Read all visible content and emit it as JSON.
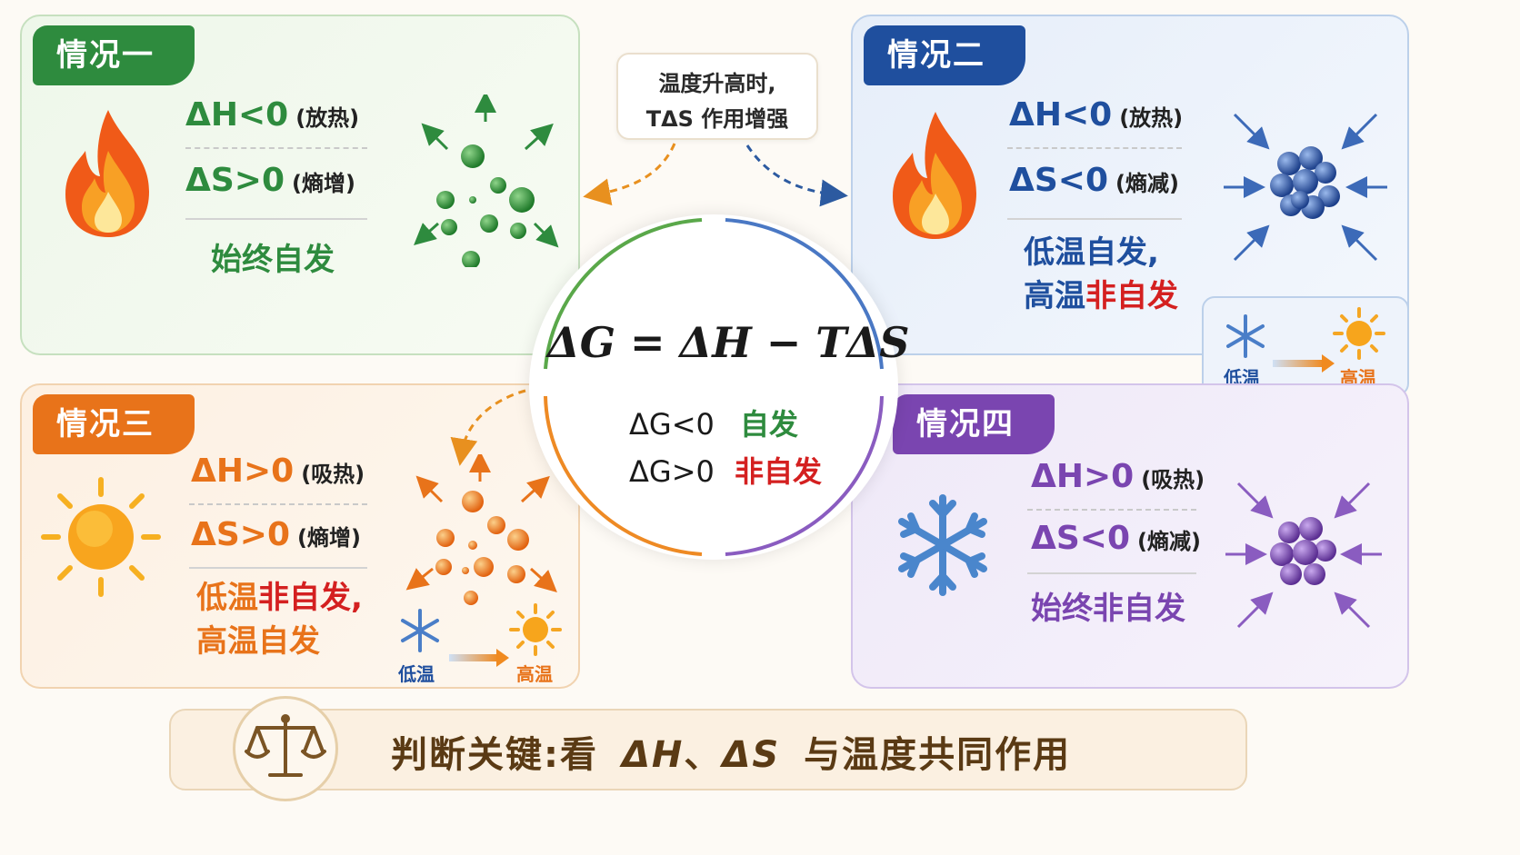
{
  "center": {
    "formula": "ΔG = ΔH − TΔS",
    "line1_label": "ΔG<0",
    "line1_value": "自发",
    "line2_label": "ΔG>0",
    "line2_value": "非自发"
  },
  "note": {
    "line1": "温度升高时,",
    "line2": "TΔS 作用增强"
  },
  "cases": [
    {
      "title": "情况一",
      "dh": "ΔH<0",
      "dh_note": "(放热)",
      "ds": "ΔS>0",
      "ds_note": "(熵增)",
      "conclusion": "始终自发"
    },
    {
      "title": "情况二",
      "dh": "ΔH<0",
      "dh_note": "(放热)",
      "ds": "ΔS<0",
      "ds_note": "(熵减)",
      "conclusion_a1": "低温自发,",
      "conclusion_b1": "高温",
      "conclusion_b2": "非自发",
      "low": "低温",
      "high": "高温"
    },
    {
      "title": "情况三",
      "dh": "ΔH>0",
      "dh_note": "(吸热)",
      "ds": "ΔS>0",
      "ds_note": "(熵增)",
      "conclusion_a1": "低温",
      "conclusion_a2": "非自发,",
      "conclusion_b1": "高温自发",
      "low": "低温",
      "high": "高温"
    },
    {
      "title": "情况四",
      "dh": "ΔH>0",
      "dh_note": "(吸热)",
      "ds": "ΔS<0",
      "ds_note": "(熵减)",
      "conclusion": "始终非自发"
    }
  ],
  "footer": {
    "text_a": "判断关键:看",
    "dh": "ΔH",
    "sep": "、",
    "ds": "ΔS",
    "text_b": "与温度共同作用"
  },
  "colors": {
    "green": "#2e8b3e",
    "blue": "#1f4f9e",
    "orange": "#e8731a",
    "purple": "#7a45b0",
    "red": "#d42020"
  },
  "icons": [
    "flame-icon",
    "molecules-spreading-icon",
    "molecules-compressed-icon",
    "sun-icon",
    "snowflake-icon",
    "balance-scale-icon"
  ]
}
